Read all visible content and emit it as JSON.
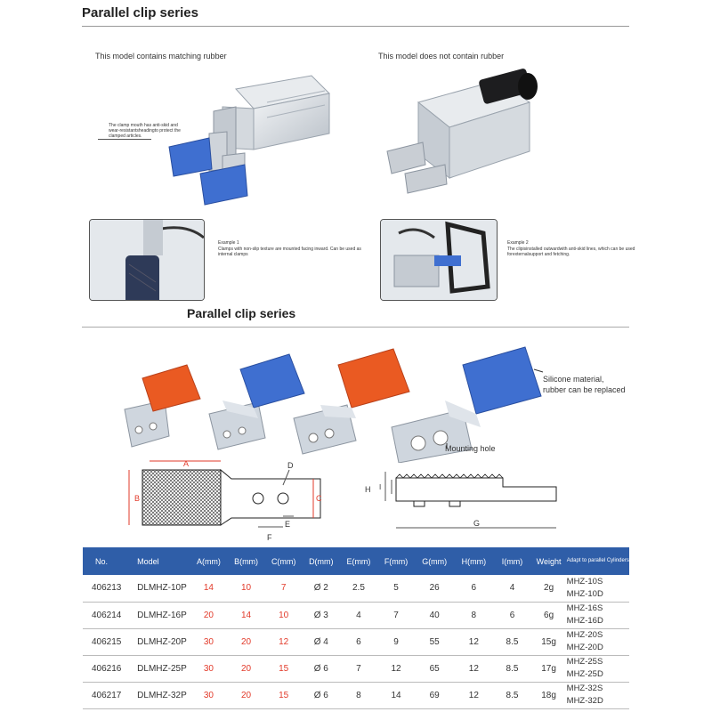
{
  "header": {
    "title": "Parallel clip series"
  },
  "top": {
    "left_caption": "This model contains matching rubber",
    "right_caption": "This model does not contain rubber",
    "clamp_note": "The clamp mouth has anti-skid and wear-resistantsheadingto protect the clamped articles.",
    "example1_title": "Example 1",
    "example1_text": "Clamps with non-slip texture are mounted facing inward. Can be used as internal clamps",
    "example2_title": "Example 2",
    "example2_text": "The clipisinstalled outwardwith anti-skid lines, which can be used forexternalsupport and fetching."
  },
  "section2": {
    "title": "Parallel clip series",
    "silicone_callout": "Silicone material,\nrubber can be replaced",
    "mounting_callout": "Mounting hole"
  },
  "dims": {
    "A": "A",
    "B": "B",
    "C": "C",
    "D": "D",
    "E": "E",
    "F": "F",
    "G": "G",
    "H": "H",
    "I": "I"
  },
  "colors": {
    "header_blue": "#2f5ea8",
    "red_value": "#e23a2a",
    "pad_blue": "#3f6fd0",
    "pad_orange": "#ea5a22"
  },
  "table": {
    "headers": [
      "No.",
      "Model",
      "A(mm)",
      "B(mm)",
      "C(mm)",
      "D(mm)",
      "E(mm)",
      "F(mm)",
      "G(mm)",
      "H(mm)",
      "I(mm)",
      "Weight",
      "Adapt to parallel Cylinders"
    ],
    "rows": [
      {
        "no": "406213",
        "model": "DLMHZ-10P",
        "a": "14",
        "b": "10",
        "c": "7",
        "d": "Ø 2",
        "e": "2.5",
        "f": "5",
        "g": "26",
        "h": "6",
        "i": "4",
        "w": "2g",
        "cyl1": "MHZ-10S",
        "cyl2": "MHZ-10D"
      },
      {
        "no": "406214",
        "model": "DLMHZ-16P",
        "a": "20",
        "b": "14",
        "c": "10",
        "d": "Ø 3",
        "e": "4",
        "f": "7",
        "g": "40",
        "h": "8",
        "i": "6",
        "w": "6g",
        "cyl1": "MHZ-16S",
        "cyl2": "MHZ-16D"
      },
      {
        "no": "406215",
        "model": "DLMHZ-20P",
        "a": "30",
        "b": "20",
        "c": "12",
        "d": "Ø 4",
        "e": "6",
        "f": "9",
        "g": "55",
        "h": "12",
        "i": "8.5",
        "w": "15g",
        "cyl1": "MHZ-20S",
        "cyl2": "MHZ-20D"
      },
      {
        "no": "406216",
        "model": "DLMHZ-25P",
        "a": "30",
        "b": "20",
        "c": "15",
        "d": "Ø 6",
        "e": "7",
        "f": "12",
        "g": "65",
        "h": "12",
        "i": "8.5",
        "w": "17g",
        "cyl1": "MHZ-25S",
        "cyl2": "MHZ-25D"
      },
      {
        "no": "406217",
        "model": "DLMHZ-32P",
        "a": "30",
        "b": "20",
        "c": "15",
        "d": "Ø 6",
        "e": "8",
        "f": "14",
        "g": "69",
        "h": "12",
        "i": "8.5",
        "w": "18g",
        "cyl1": "MHZ-32S",
        "cyl2": "MHZ-32D"
      }
    ]
  }
}
